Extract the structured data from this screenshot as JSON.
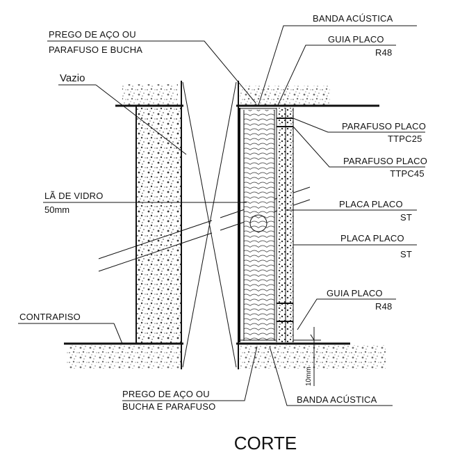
{
  "labels": {
    "banda_acustica_top": "BANDA ACÚSTICA",
    "guia_placo_top_line1": "GUIA PLACO",
    "guia_placo_top_line2": "R48",
    "prego_top_line1": "PREGO DE AÇO OU",
    "prego_top_line2": "PARAFUSO E BUCHA",
    "vazio": "Vazio",
    "parafuso_ttpc25_line1": "PARAFUSO PLACO",
    "parafuso_ttpc25_line2": "TTPC25",
    "parafuso_ttpc45_line1": "PARAFUSO PLACO",
    "parafuso_ttpc45_line2": "TTPC45",
    "la_de_vidro_line1": "LÃ DE VIDRO",
    "la_de_vidro_line2": "50mm",
    "placa_placo_1_line1": "PLACA PLACO",
    "placa_placo_1_line2": "ST",
    "placa_placo_2_line1": "PLACA PLACO",
    "placa_placo_2_line2": "ST",
    "guia_placo_bottom_line1": "GUIA PLACO",
    "guia_placo_bottom_line2": "R48",
    "contrapiso": "CONTRAPISO",
    "dimension": "10mm",
    "prego_bottom_line1": "PREGO DE AÇO OU",
    "prego_bottom_line2": "BUCHA E PARAFUSO",
    "banda_acustica_bottom": "BANDA ACÚSTICA",
    "title": "CORTE"
  },
  "colors": {
    "ink": "#111111",
    "background": "#ffffff"
  }
}
